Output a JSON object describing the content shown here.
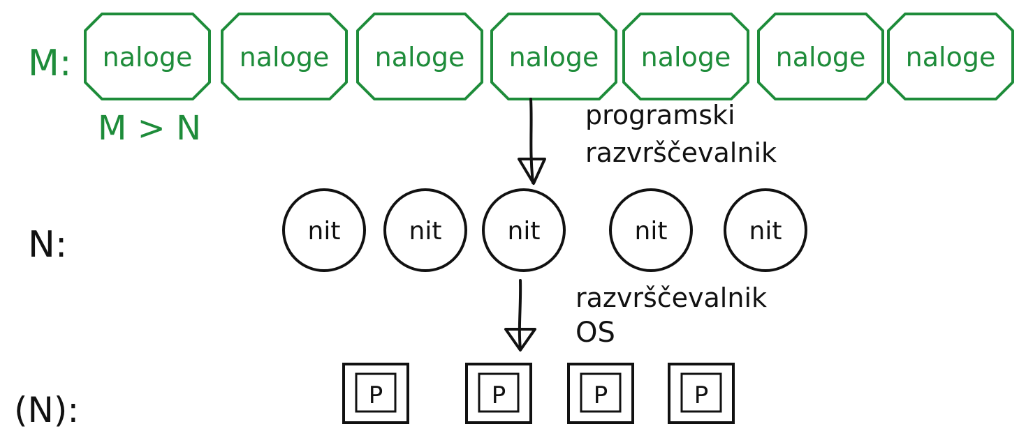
{
  "colors": {
    "green": "#1e8c3a",
    "ink": "#111111",
    "background": "#ffffff"
  },
  "rows": {
    "tasks": {
      "label": "M:",
      "relation": "M > N",
      "item_label": "naloge",
      "count": 7
    },
    "threads": {
      "label": "N:",
      "item_label": "nit",
      "count": 5
    },
    "processors": {
      "label": "(N):",
      "item_label": "P",
      "count": 4
    }
  },
  "arrows": {
    "program_scheduler": {
      "line1": "programski",
      "line2": "razvrščevalnik"
    },
    "os_scheduler": {
      "line1": "razvrščevalnik",
      "line2": "OS"
    }
  }
}
